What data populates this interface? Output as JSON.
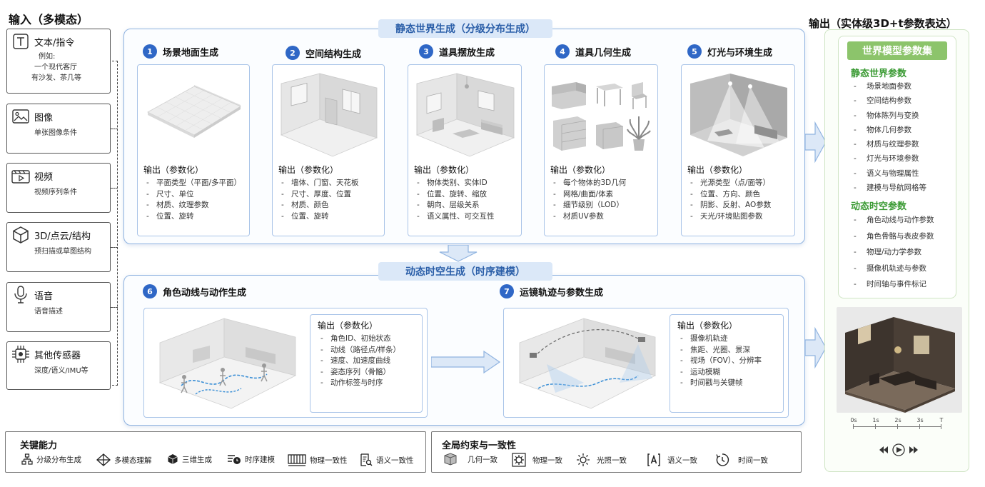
{
  "inputs": {
    "title": "输入（多模态）",
    "cards": [
      {
        "title": "文本/指令",
        "desc": [
          "例如:",
          "一个现代客厅",
          "有沙发、茶几等"
        ],
        "icon": "text-icon"
      },
      {
        "title": "图像",
        "desc": [
          "单张图像条件"
        ],
        "icon": "image-icon"
      },
      {
        "title": "视频",
        "desc": [
          "视频序列条件"
        ],
        "icon": "video-icon"
      },
      {
        "title": "3D/点云/结构",
        "desc": [
          "预扫描或草图结构"
        ],
        "icon": "cube-icon"
      },
      {
        "title": "语音",
        "desc": [
          "语音描述"
        ],
        "icon": "microphone-icon"
      },
      {
        "title": "其他传感器",
        "desc": [
          "深度/语义/IMU等"
        ],
        "icon": "sensor-icon"
      }
    ]
  },
  "static_world": {
    "title": "静态世界生成（分级分布生成）",
    "steps": [
      {
        "num": "1",
        "title": "场景地面生成",
        "out_title": "输出（参数化）",
        "items": [
          "平面类型（平面/多平面）",
          "尺寸、单位",
          "材质、纹理参数",
          "位置、旋转"
        ]
      },
      {
        "num": "2",
        "title": "空间结构生成",
        "out_title": "输出（参数化）",
        "items": [
          "墙体、门窗、天花板",
          "尺寸、厚度、位置",
          "材质、颜色",
          "位置、旋转"
        ]
      },
      {
        "num": "3",
        "title": "道具摆放生成",
        "out_title": "输出（参数化）",
        "items": [
          "物体类别、实体ID",
          "位置、旋转、缩放",
          "朝向、层级关系",
          "语义属性、可交互性"
        ]
      },
      {
        "num": "4",
        "title": "道具几何生成",
        "out_title": "输出（参数化）",
        "items": [
          "每个物体的3D几何",
          "网格/曲面/体素",
          "细节级别（LOD）",
          "材质UV参数"
        ]
      },
      {
        "num": "5",
        "title": "灯光与环境生成",
        "out_title": "输出（参数化）",
        "items": [
          "光源类型（点/面等）",
          "位置、方向、颜色",
          "阴影、反射、AO参数",
          "天光/环境贴图参数"
        ]
      }
    ]
  },
  "dynamic": {
    "title": "动态时空生成（时序建模）",
    "steps": [
      {
        "num": "6",
        "title": "角色动线与动作生成",
        "out_title": "输出（参数化）",
        "items": [
          "角色ID、初始状态",
          "动线（路径点/样条）",
          "速度、加速度曲线",
          "姿态序列（骨骼）",
          "动作标签与时序"
        ]
      },
      {
        "num": "7",
        "title": "运镜轨迹与参数生成",
        "out_title": "输出（参数化）",
        "items": [
          "摄像机轨迹",
          "焦距、光圈、景深",
          "视场（FOV）、分辨率",
          "运动模糊",
          "时间戳与关键帧"
        ]
      }
    ]
  },
  "output": {
    "title": "输出（实体级3D+t参数表达）",
    "badge": "世界模型参数集",
    "static_head": "静态世界参数",
    "static_items": [
      "场景地面参数",
      "空间结构参数",
      "物体陈列与变换",
      "物体几何参数",
      "材质与纹理参数",
      "灯光与环境参数",
      "语义与物理属性",
      "建模与导航网格等"
    ],
    "dynamic_head": "动态时空参数",
    "dynamic_items": [
      "角色动线与动作参数",
      "角色骨骼与表皮参数",
      "物理/动力学参数",
      "摄像机轨迹与参数",
      "时间轴与事件标记"
    ],
    "timeline": [
      "0s",
      "1s",
      "2s",
      "3s",
      "T"
    ]
  },
  "key_capabilities": {
    "title": "关键能力",
    "items": [
      {
        "label": "分级分布生成",
        "icon": "hierarchy-icon"
      },
      {
        "label": "多模态理解",
        "icon": "network-icon"
      },
      {
        "label": "三维生成",
        "icon": "box-3d-icon"
      },
      {
        "label": "时序建模",
        "icon": "timeline-clock-icon"
      },
      {
        "label": "物理一致性",
        "icon": "physics-icon"
      },
      {
        "label": "语义一致性",
        "icon": "semantic-doc-icon"
      }
    ]
  },
  "global_constraints": {
    "title": "全局约束与一致性",
    "items": [
      {
        "label": "几何一致",
        "icon": "geometry-cube-icon"
      },
      {
        "label": "物理一致",
        "icon": "gear-icon"
      },
      {
        "label": "光照一致",
        "icon": "sun-icon"
      },
      {
        "label": "语义一致",
        "icon": "letter-a-icon"
      },
      {
        "label": "时间一致",
        "icon": "clock-icon"
      }
    ]
  }
}
